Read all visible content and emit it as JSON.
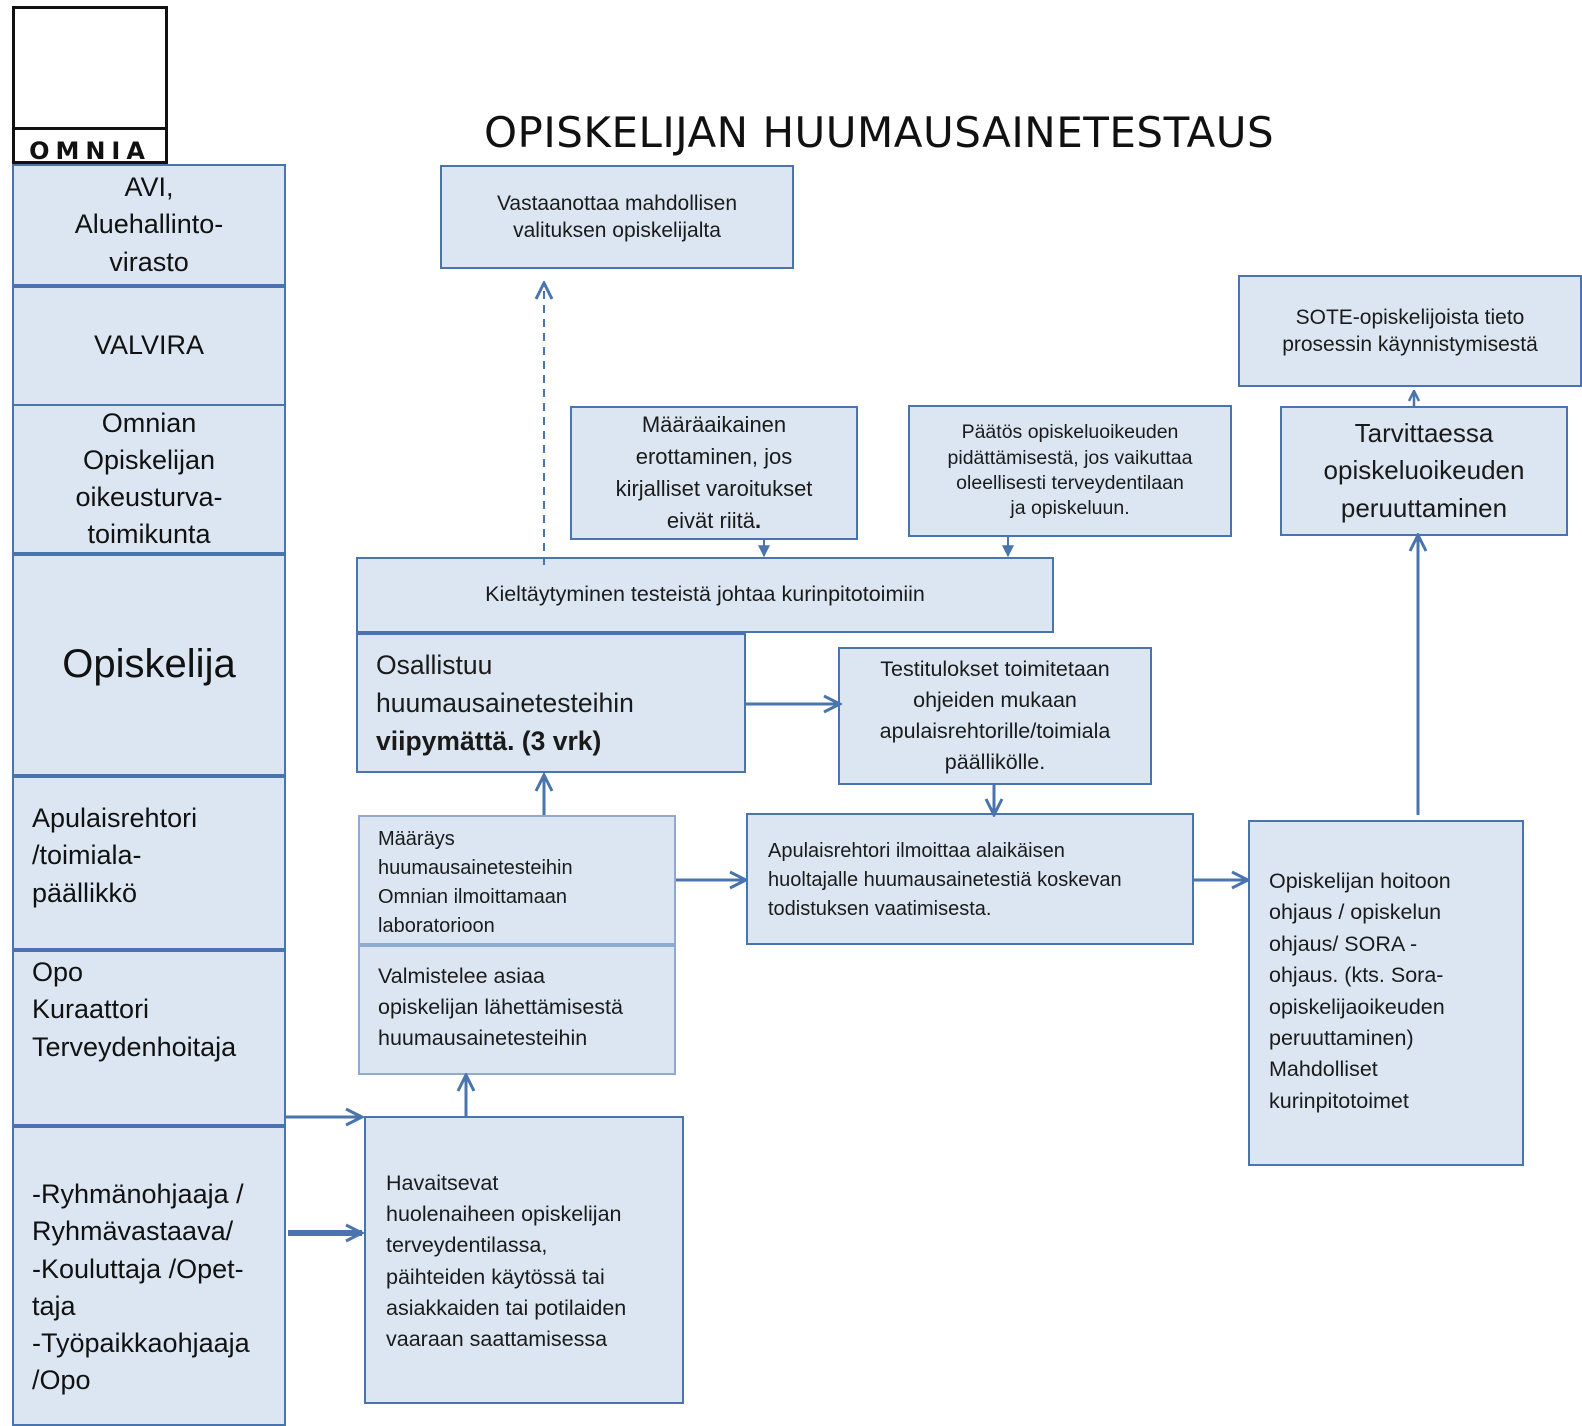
{
  "logo": {
    "text": "OMNIA"
  },
  "title": "OPISKELIJAN  HUUMAUSAINETESTAUS",
  "lanes": {
    "avi": "AVI,\nAluehallinto-\nvirasto",
    "valvira": "VALVIRA",
    "oikeusturva": "Omnian\nOpiskelijan\noikeusturva-\ntoimikunta",
    "opiskelija": "Opiskelija",
    "apulaisrehtori": "Apulaisrehtori\n/toimiala-\npäällikkö",
    "opo": "Opo\nKuraattori\nTerveydenhoitaja",
    "ryhmanohjaaja": "-Ryhmänohjaaja /\nRyhmävastaava/\n-Kouluttaja /Opet-\ntaja\n-Työpaikkaohjaaja\n/Opo"
  },
  "boxes": {
    "valitus": "Vastaanottaa mahdollisen\nvalituksen opiskelijalta",
    "sote": "SOTE-opiskelijoista tieto\nprosessin käynnistymisestä",
    "erottaminen_a": "Määräaikainen\nerottaminen, jos\nkirjalliset varoitukset\neivät riitä",
    "erottaminen_dot": ".",
    "pidattaminen": "Päätös opiskeluoikeuden\npidättämisestä, jos vaikuttaa\noleellisesti terveydentilaan\nja opiskeluun.",
    "peruuttaminen": "Tarvittaessa\nopiskeluoikeuden\nperuuttaminen",
    "kieltaytyminen": "Kieltäytyminen testeistä johtaa kurinpitotoimiin",
    "osallistuu_a": "Osallistuu\nhuumausainetesteihin",
    "osallistuu_b": "viipymättä. (3 vrk)",
    "testitulokset": "Testitulokset toimitetaan\nohjeiden mukaan\napulaisrehtorille/toimiala\npäällikölle.",
    "maarays": "Määräys\nhuumausainetesteihin\nOmnian ilmoittamaan\nlaboratorioon",
    "ilmoittaa": "Apulaisrehtori ilmoittaa alaikäisen\nhuoltajalle huumausainetestiä koskevan\ntodistuksen vaatimisesta.",
    "hoitoon": "Opiskelijan hoitoon\nohjaus / opiskelun\nohjaus/ SORA -\nohjaus. (kts. Sora-\nopiskelijaoikeuden\nperuuttaminen)\nMahdolliset\nkurinpitotoimet",
    "valmistelee": "Valmistelee asiaa\nopiskelijan lähettämisestä\nhuumausainetesteihin",
    "havaitsevat": "Havaitsevat\nhuolenaiheen opiskelijan\nterveydentilassa,\npäihteiden käytössä tai\nasiakkaiden tai potilaiden\nvaaraan saattamisessa"
  },
  "colors": {
    "box_fill": "#dce6f2",
    "border": "#4a74ad",
    "arrow": "#4a74ad"
  }
}
